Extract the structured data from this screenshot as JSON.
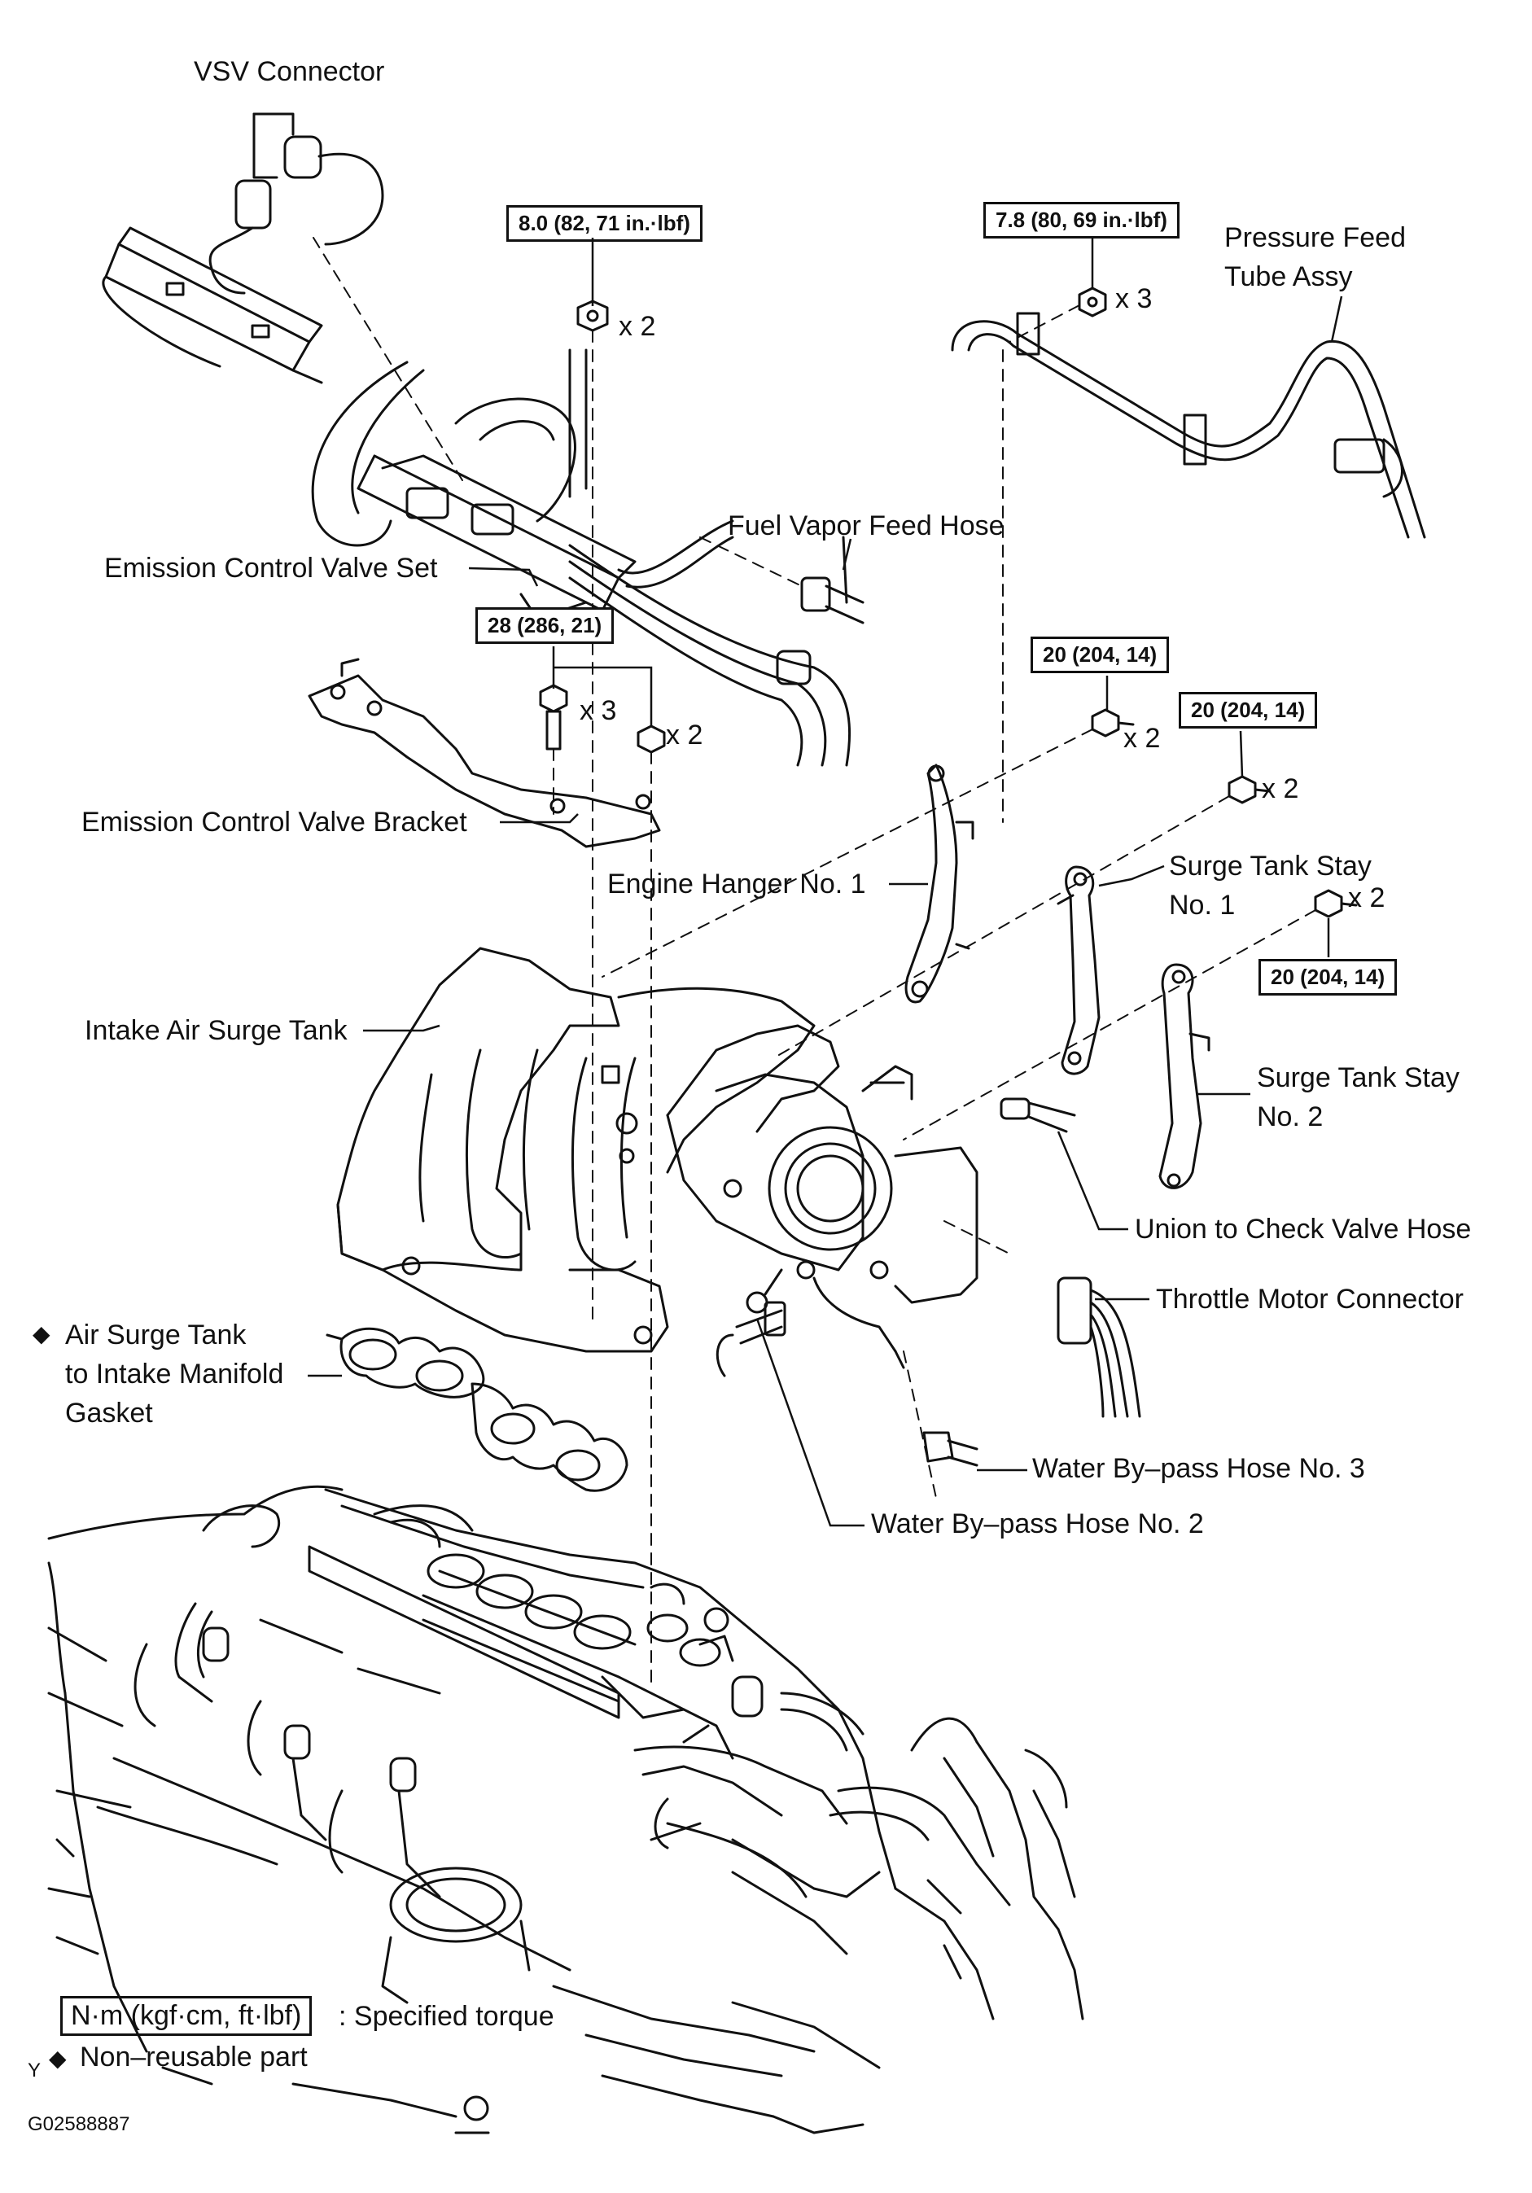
{
  "labels": {
    "vsv_connector": "VSV Connector",
    "pressure_feed_tube_1": "Pressure Feed",
    "pressure_feed_tube_2": "Tube Assy",
    "fuel_vapor_feed_hose": "Fuel Vapor Feed Hose",
    "emission_control_valve_set": "Emission Control Valve Set",
    "emission_control_valve_bracket": "Emission Control Valve Bracket",
    "engine_hanger_no1": "Engine Hanger No. 1",
    "surge_tank_stay_no1_a": "Surge Tank Stay",
    "surge_tank_stay_no1_b": "No. 1",
    "intake_air_surge_tank": "Intake Air Surge Tank",
    "surge_tank_stay_no2_a": "Surge Tank Stay",
    "surge_tank_stay_no2_b": "No. 2",
    "union_to_check_valve_hose": "Union to Check Valve Hose",
    "throttle_motor_connector": "Throttle Motor Connector",
    "gasket_a": "Air Surge Tank",
    "gasket_b": "to Intake Manifold",
    "gasket_c": "Gasket",
    "water_bypass_hose_3": "Water By–pass Hose No. 3",
    "water_bypass_hose_2": "Water By–pass Hose No. 2"
  },
  "torques": {
    "t1": "8.0 (82, 71 in.·lbf)",
    "t2": "7.8 (80, 69 in.·lbf)",
    "t3": "28 (286, 21)",
    "t4": "20 (204, 14)",
    "t5": "20 (204, 14)",
    "t6": "20 (204, 14)"
  },
  "quantities": {
    "q1": "x 2",
    "q2": "x 3",
    "q3": "x 3",
    "q4": "x 2",
    "q5": "x 2",
    "q6": "x 2",
    "q7": "x 2"
  },
  "legend": {
    "torque_box": "N·m (kgf·cm, ft·lbf)",
    "torque_text": ": Specified torque",
    "nonreusable_symbol": "◆",
    "nonreusable_text": "Non–reusable part"
  },
  "gasket_symbol": "◆",
  "corner_mark": "Y",
  "figure_id": "G02588887"
}
